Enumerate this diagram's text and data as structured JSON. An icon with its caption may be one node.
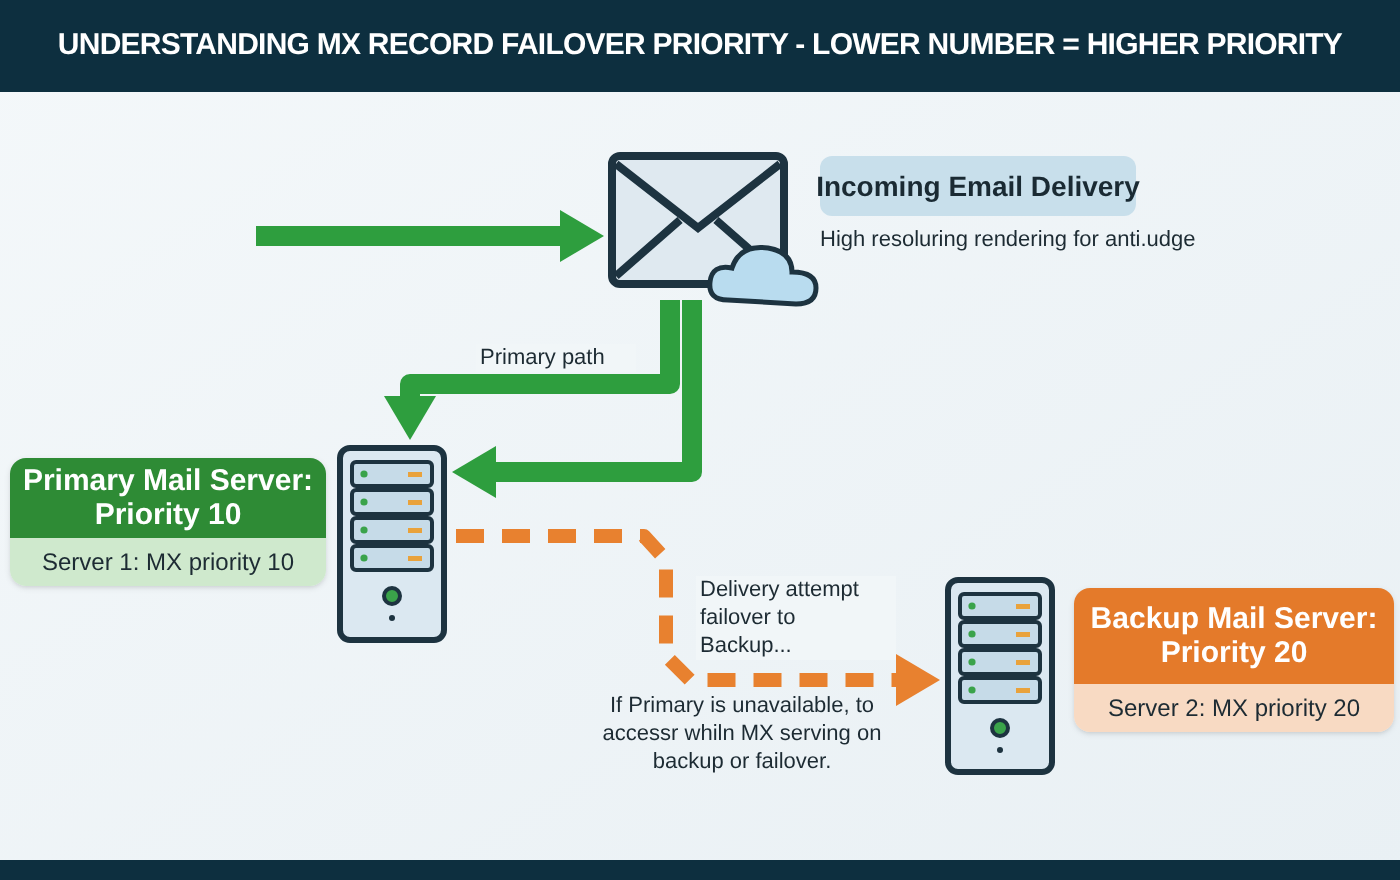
{
  "diagram": {
    "title": "UNDERSTANDING MX RECORD FAILOVER PRIORITY - LOWER NUMBER = HIGHER PRIORITY",
    "nodes": [
      {
        "text": [],
        "shape": "picture"
      },
      {
        "text": [
          "Incoming Email Delivery"
        ],
        "beside": [
          "High resoluring rendering for anti.udge"
        ]
      },
      {
        "text": [],
        "shape": "picture"
      },
      {
        "text": [
          "Primary Mail Server: Priority 10",
          "Server 1: MX priority 10"
        ]
      },
      {
        "text": [],
        "shape": "picture"
      },
      {
        "text": [
          "Backup Mail Server: Priority 20",
          "Server 2: MX priority 20"
        ]
      }
    ],
    "edges": [
      {
        "from": null,
        "to": 0,
        "arrow": "to"
      },
      {
        "from": 0,
        "to": 2,
        "arrow": "to",
        "label": "Primary path"
      },
      {
        "from": 0,
        "to": 2,
        "arrow": "to"
      },
      {
        "from": 2,
        "to": 4,
        "arrow": "to",
        "label": "Delivery attempt failover to Backup...",
        "style": "dashed",
        "color": "#e8812f"
      }
    ],
    "labels": [
      "If Primary is unavailable, to accessr whiln MX serving on backup or failover."
    ]
  }
}
